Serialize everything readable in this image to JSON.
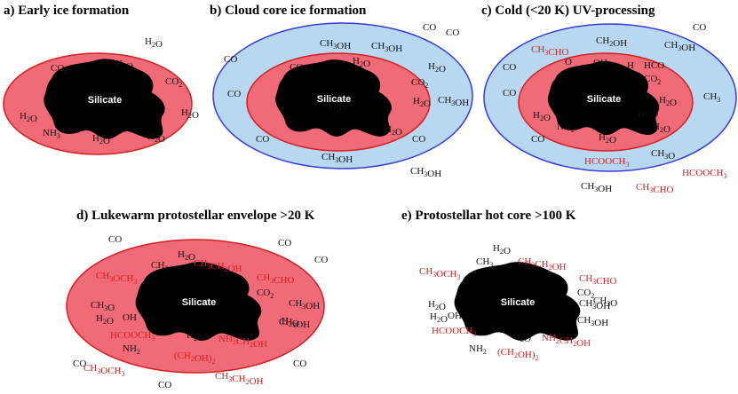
{
  "colors": {
    "black_mol": "#111111",
    "red_mol": "#d42020",
    "inner_fill": "#f06a78",
    "inner_stroke": "#d42020",
    "outer_fill": "#b8d8f2",
    "outer_stroke": "#3838e0",
    "core": "#000000",
    "core_label": "#ffffff"
  },
  "panels": [
    {
      "id": "a",
      "title": "a) Early ice formation",
      "core_label": "Silicate",
      "molecules": [
        {
          "t": "H_2O",
          "c": "k"
        },
        {
          "t": "CO_2",
          "c": "k"
        },
        {
          "t": "H_2O",
          "c": "k"
        },
        {
          "t": "CO_2",
          "c": "k"
        },
        {
          "t": "H_2O",
          "c": "k"
        },
        {
          "t": "H_2O",
          "c": "k"
        },
        {
          "t": "NH_3",
          "c": "k"
        },
        {
          "t": "H_2O",
          "c": "k"
        },
        {
          "t": "H_2O",
          "c": "k"
        }
      ]
    },
    {
      "id": "b",
      "title": "b) Cloud core ice formation",
      "core_label": "Silicate",
      "molecules": [
        {
          "t": "CO",
          "c": "k"
        },
        {
          "t": "CH_3OH",
          "c": "k"
        },
        {
          "t": "CH_3OH",
          "c": "k"
        },
        {
          "t": "CO",
          "c": "k"
        },
        {
          "t": "CO",
          "c": "k"
        },
        {
          "t": "CO_2",
          "c": "k"
        },
        {
          "t": "H_2O",
          "c": "k"
        },
        {
          "t": "H_2O",
          "c": "k"
        },
        {
          "t": "CO",
          "c": "k"
        },
        {
          "t": "CO_2",
          "c": "k"
        },
        {
          "t": "H_2O",
          "c": "k"
        },
        {
          "t": "CH_3OH",
          "c": "k"
        },
        {
          "t": "H_2O",
          "c": "k"
        },
        {
          "t": "H_2O",
          "c": "k"
        },
        {
          "t": "CO",
          "c": "k"
        },
        {
          "t": "CO",
          "c": "k"
        },
        {
          "t": "CH_3OH",
          "c": "k"
        },
        {
          "t": "CH_3OH",
          "c": "k"
        }
      ]
    },
    {
      "id": "c",
      "title": "c) Cold (<20 K) UV-processing",
      "core_label": "Silicate",
      "molecules": [
        {
          "t": "CO",
          "c": "k"
        },
        {
          "t": "CH_3CHO",
          "c": "r"
        },
        {
          "t": "CH_2OH",
          "c": "k"
        },
        {
          "t": "CH_3OH",
          "c": "k"
        },
        {
          "t": "CO",
          "c": "k"
        },
        {
          "t": "O",
          "c": "k"
        },
        {
          "t": "OH",
          "c": "k"
        },
        {
          "t": "H",
          "c": "k"
        },
        {
          "t": "HCO",
          "c": "k"
        },
        {
          "t": "CO",
          "c": "k"
        },
        {
          "t": "CO_2",
          "c": "k"
        },
        {
          "t": "H_2O",
          "c": "k"
        },
        {
          "t": "CH_3",
          "c": "k"
        },
        {
          "t": "H_2O",
          "c": "k"
        },
        {
          "t": "NH_2",
          "c": "k"
        },
        {
          "t": "H_2O",
          "c": "k"
        },
        {
          "t": "H_2O",
          "c": "k"
        },
        {
          "t": "HCO",
          "c": "k"
        },
        {
          "t": "CO",
          "c": "k"
        },
        {
          "t": "CH_3O",
          "c": "k"
        },
        {
          "t": "HCOOCH_3",
          "c": "r"
        },
        {
          "t": "HCOOCH_3",
          "c": "r"
        },
        {
          "t": "CH_3OH",
          "c": "k"
        },
        {
          "t": "CH_3CHO",
          "c": "r"
        }
      ]
    },
    {
      "id": "d",
      "title": "d) Lukewarm protostellar envelope >20 K",
      "core_label": "Silicate",
      "molecules": [
        {
          "t": "CO",
          "c": "k"
        },
        {
          "t": "CO",
          "c": "k"
        },
        {
          "t": "CO",
          "c": "k"
        },
        {
          "t": "H_2O",
          "c": "k"
        },
        {
          "t": "CH_3",
          "c": "k"
        },
        {
          "t": "CH_3CH_2OH",
          "c": "r"
        },
        {
          "t": "CH_3OCH_3",
          "c": "r"
        },
        {
          "t": "CH_3CHO",
          "c": "r"
        },
        {
          "t": "CO_2",
          "c": "k"
        },
        {
          "t": "CH_3O",
          "c": "k"
        },
        {
          "t": "H_2O",
          "c": "k"
        },
        {
          "t": "CH_3OH",
          "c": "k"
        },
        {
          "t": "H_2O",
          "c": "k"
        },
        {
          "t": "OH",
          "c": "k"
        },
        {
          "t": "CH_3OH",
          "c": "k"
        },
        {
          "t": "HCOOCH_3",
          "c": "r"
        },
        {
          "t": "H_2O",
          "c": "k"
        },
        {
          "t": "NH_2CH_2OH",
          "c": "r"
        },
        {
          "t": "NH_2",
          "c": "k"
        },
        {
          "t": "(CH_2OH)_2",
          "c": "r"
        },
        {
          "t": "CO",
          "c": "k"
        },
        {
          "t": "CO",
          "c": "k"
        },
        {
          "t": "CH_3OCH_3",
          "c": "r"
        },
        {
          "t": "CH_3CH_2OH",
          "c": "r"
        },
        {
          "t": "CO",
          "c": "k"
        }
      ]
    },
    {
      "id": "e",
      "title": "e) Protostellar hot core >100 K",
      "core_label": "Silicate",
      "molecules": [
        {
          "t": "H_2O",
          "c": "k"
        },
        {
          "t": "CH_3",
          "c": "k"
        },
        {
          "t": "CH_3CH_2OH",
          "c": "r"
        },
        {
          "t": "CH_3OCH_3",
          "c": "r"
        },
        {
          "t": "CH_3CHO",
          "c": "r"
        },
        {
          "t": "CO_2",
          "c": "k"
        },
        {
          "t": "CH_3O",
          "c": "k"
        },
        {
          "t": "H_2O",
          "c": "k"
        },
        {
          "t": "CH_3OH",
          "c": "k"
        },
        {
          "t": "H_2O",
          "c": "k"
        },
        {
          "t": "OH",
          "c": "k"
        },
        {
          "t": "CH_3OH",
          "c": "k"
        },
        {
          "t": "HCOOCH_3",
          "c": "r"
        },
        {
          "t": "H_2O",
          "c": "k"
        },
        {
          "t": "NH_2CH_2OH",
          "c": "r"
        },
        {
          "t": "NH_2",
          "c": "k"
        },
        {
          "t": "(CH_2OH)_2",
          "c": "r"
        }
      ]
    }
  ]
}
